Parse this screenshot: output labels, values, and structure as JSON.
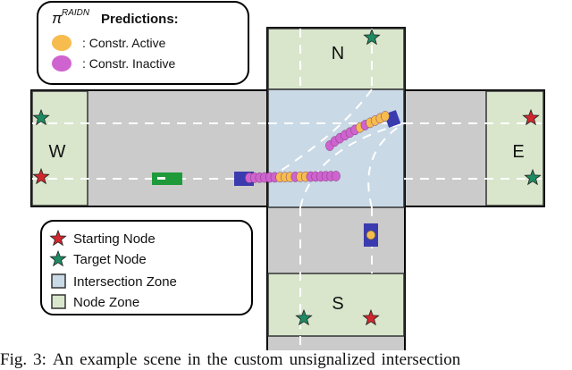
{
  "legend_top": {
    "title_symbol": "π",
    "title_superscript": "RAIDN",
    "title_text": "Predictions:",
    "items": [
      {
        "label": ": Constr. Active",
        "color": "#f6bc4e"
      },
      {
        "label": ": Constr. Inactive",
        "color": "#cf63cf"
      }
    ]
  },
  "legend_bottom": {
    "items": [
      {
        "label": "Starting Node",
        "icon": "red-star-icon",
        "color": "#d2262e"
      },
      {
        "label": "Target Node",
        "icon": "green-star-icon",
        "color": "#1e8a62"
      },
      {
        "label": "Intersection Zone",
        "icon": "blue-square-icon",
        "color": "#c9d9e6"
      },
      {
        "label": "Node Zone",
        "icon": "green-square-icon",
        "color": "#d9e6cc"
      }
    ]
  },
  "zones": {
    "north": "N",
    "south": "S",
    "east": "E",
    "west": "W"
  },
  "colors": {
    "road": "#cbcbcb",
    "node_zone": "#d9e6cc",
    "intersection_zone": "#c9d9e6",
    "active": "#f6bc4e",
    "inactive": "#cf63cf",
    "ego_vehicle": "#1f9a3a",
    "other_vehicle": "#3b3bb0"
  },
  "trajectory": {
    "prediction_labels": [
      "inactive",
      "inactive",
      "inactive",
      "inactive",
      "inactive",
      "inactive",
      "active",
      "active",
      "active",
      "inactive",
      "active",
      "active",
      "inactive",
      "inactive",
      "inactive",
      "inactive",
      "inactive",
      "inactive"
    ],
    "turning_labels": [
      "inactive",
      "inactive",
      "inactive",
      "inactive",
      "inactive",
      "inactive",
      "active",
      "inactive",
      "active",
      "active",
      "active",
      "active"
    ]
  },
  "caption_words": [
    "Fig.",
    "3:",
    "An",
    "example",
    "scene",
    "in",
    "the",
    "custom",
    "unsignalized",
    "intersection"
  ]
}
